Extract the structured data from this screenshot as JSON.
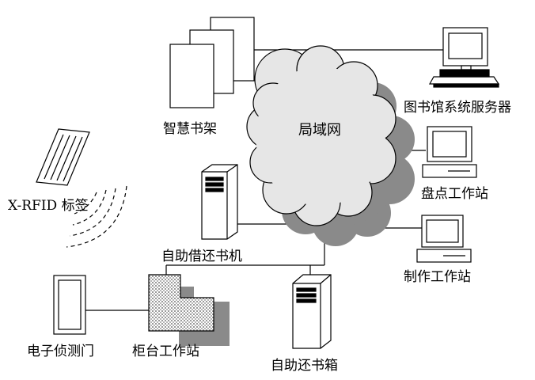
{
  "labels": {
    "cloud": "局域网",
    "smart_shelf": "智慧书架",
    "library_server": "图书馆系统服务器",
    "inventory_station": "盘点工作站",
    "production_station": "制作工作站",
    "self_checkout_machine": "自助借还书机",
    "rfid_tag": "X-RFID 标签",
    "security_gate": "电子侦测门",
    "counter_station": "柜台工作站",
    "return_box": "自助还书箱"
  },
  "colors": {
    "line": "#000000",
    "cloud_fill": "#e6e6e6",
    "shadow": "#8a8a8a",
    "background": "#ffffff"
  }
}
